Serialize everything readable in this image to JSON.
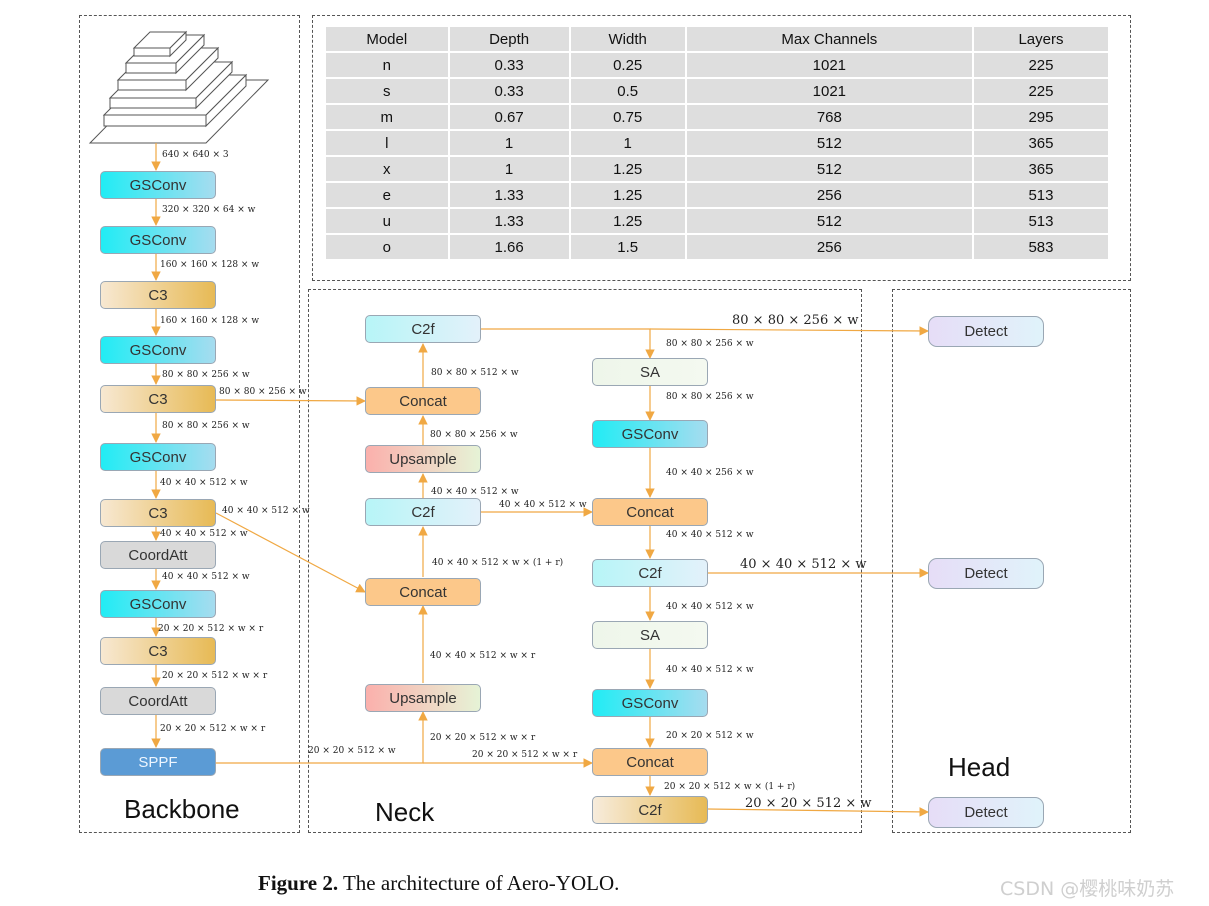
{
  "table": {
    "headers": [
      "Model",
      "Depth",
      "Width",
      "Max Channels",
      "Layers"
    ],
    "rows": [
      [
        "n",
        "0.33",
        "0.25",
        "1021",
        "225"
      ],
      [
        "s",
        "0.33",
        "0.5",
        "1021",
        "225"
      ],
      [
        "m",
        "0.67",
        "0.75",
        "768",
        "295"
      ],
      [
        "l",
        "1",
        "1",
        "512",
        "365"
      ],
      [
        "x",
        "1",
        "1.25",
        "512",
        "365"
      ],
      [
        "e",
        "1.33",
        "1.25",
        "256",
        "513"
      ],
      [
        "u",
        "1.33",
        "1.25",
        "512",
        "513"
      ],
      [
        "o",
        "1.66",
        "1.5",
        "256",
        "583"
      ]
    ]
  },
  "panels": {
    "backbone": "Backbone",
    "neck": "Neck",
    "head": "Head"
  },
  "backbone": {
    "blocks": [
      "GSConv",
      "GSConv",
      "C3",
      "GSConv",
      "C3",
      "GSConv",
      "C3",
      "CoordAtt",
      "GSConv",
      "C3",
      "CoordAtt",
      "SPPF"
    ],
    "dims": {
      "d0": "640 × 640 × 3",
      "d1": "320 × 320 × 64 × w",
      "d2": "160 × 160 × 128 × w",
      "d3": "160 × 160 × 128 × w",
      "d4": "80 × 80 × 256 × w",
      "d5": "80 × 80 × 256 × w",
      "d6": "40 × 40 × 512 × w",
      "d7": "40 × 40 × 512 × w",
      "d8": "40 × 40 × 512 × w",
      "d9": "20 × 20 × 512 × w × r",
      "d10": "20 × 20 × 512 × w × r",
      "d11": "20 × 20 × 512 × w × r",
      "side80": "80 × 80 × 256 × w",
      "side40": "40 × 40 × 512 × w"
    }
  },
  "neck": {
    "left": {
      "c2f_top": "C2f",
      "concat_top": "Concat",
      "upsample_top": "Upsample",
      "c2f_mid": "C2f",
      "concat_mid": "Concat",
      "upsample_bot": "Upsample"
    },
    "right": {
      "sa1": "SA",
      "gsconv1": "GSConv",
      "concat1": "Concat",
      "c2f1": "C2f",
      "sa2": "SA",
      "gsconv2": "GSConv",
      "concat2": "Concat",
      "c2f2": "C2f"
    },
    "dims": {
      "sppf_out": "20 × 20 × 512 × w",
      "l_up_bot": "20 × 20 × 512 × w × r",
      "l_up_to_concat": "40 × 40 × 512 × w × r",
      "l_concat_to_c2f": "40 × 40 × 512 × w × (1 + r)",
      "l_c2f_to_up": "40 × 40 × 512 × w",
      "l_up_to_concat_top": "80 × 80 × 256 × w",
      "l_concat_to_c2f_top": "80 × 80 × 512 × w",
      "mid_c2f_to_concat": "40 × 40 × 512 × w",
      "sppf_to_concat2": "20 × 20 × 512 × w × r",
      "r_top_to_sa": "80 × 80 × 256 × w",
      "r_sa_to_gs": "80 × 80 × 256 × w",
      "r_gs_to_concat": "40 × 40 × 256 × w",
      "r_concat_to_c2f": "40 × 40 × 512 × w",
      "r_c2f_to_sa": "40 × 40 × 512 × w",
      "r_sa_to_gs2": "40 × 40 × 512 × w",
      "r_gs2_to_concat": "20 × 20 × 512 × w",
      "r_concat2_to_c2f": "20 × 20 × 512 × w × (1 + r)"
    }
  },
  "head": {
    "detect": [
      "Detect",
      "Detect",
      "Detect"
    ],
    "dims": [
      "80 × 80 × 256 × w",
      "40 × 40 × 512 × w",
      "20 × 20 × 512 × w"
    ]
  },
  "caption": {
    "label": "Figure 2.",
    "text": " The architecture of Aero-YOLO."
  },
  "watermark": "CSDN @樱桃味奶苏",
  "colors": {
    "arrow": "#f0a843",
    "gsconv": "#21ecf4",
    "c3": "#e7ba55",
    "sppf": "#5b9bd5",
    "concat": "#fcc88a"
  }
}
